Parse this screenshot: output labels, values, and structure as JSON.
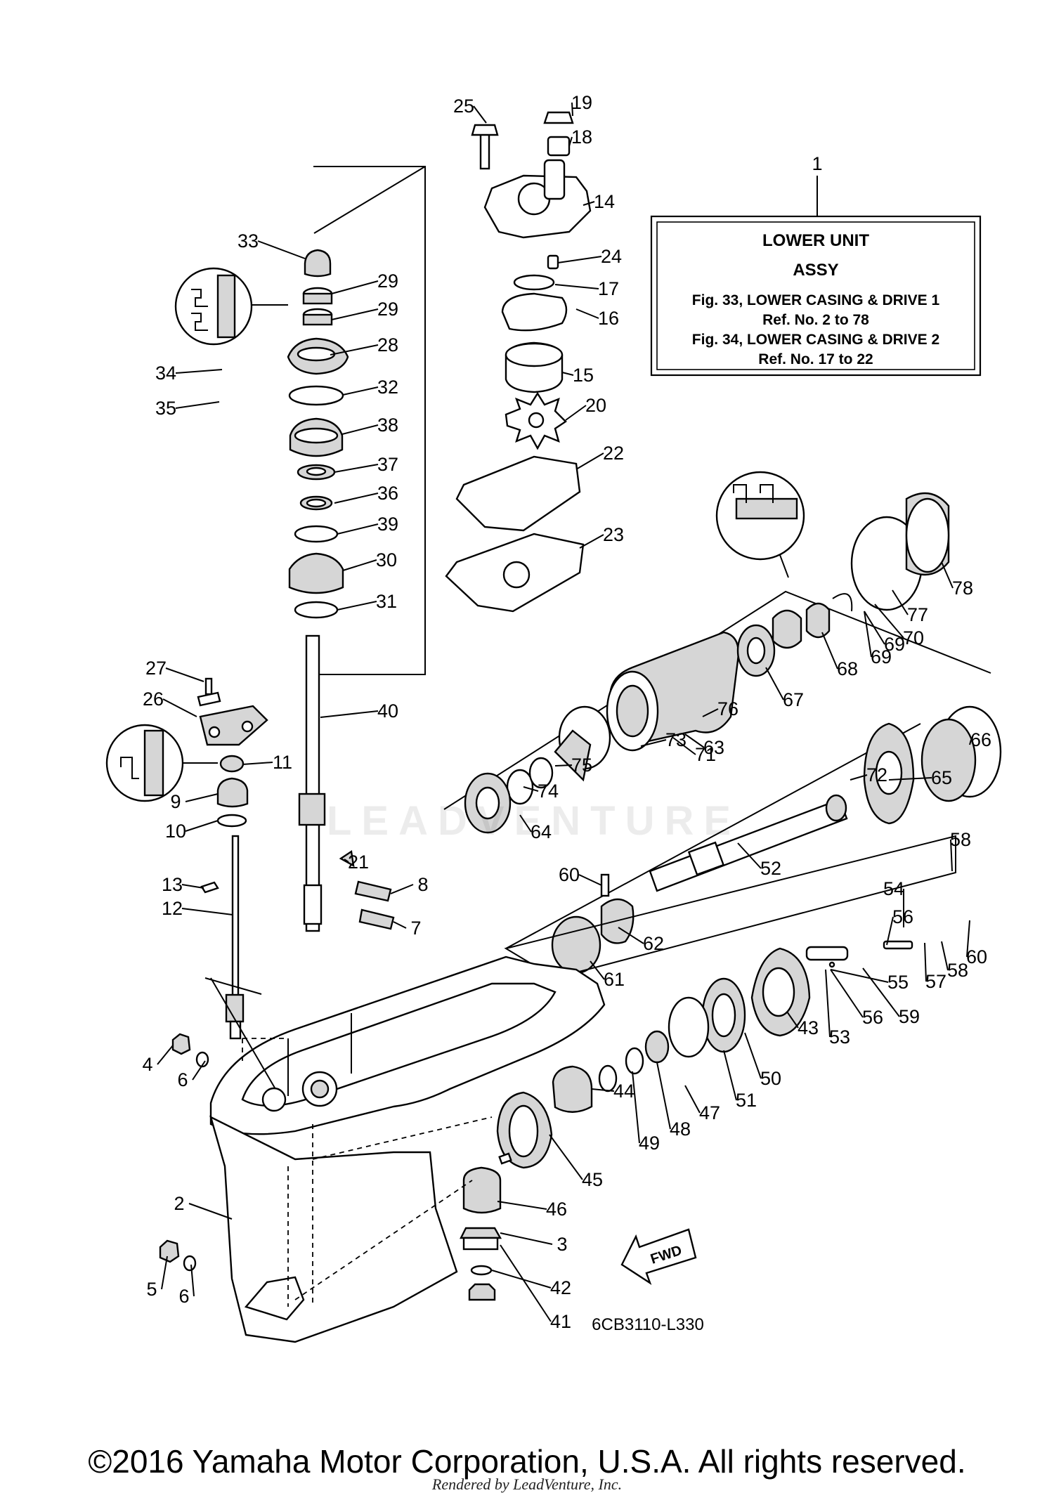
{
  "assembly_box": {
    "ref_number": "1",
    "line1": "LOWER UNIT",
    "line2": "ASSY",
    "line3": "Fig. 33, LOWER CASING & DRIVE 1",
    "line4": "Ref. No. 2 to 78",
    "line5": "Fig. 34, LOWER CASING & DRIVE 2",
    "line6": "Ref. No. 17 to 22"
  },
  "part_numbers": [
    "2",
    "3",
    "4",
    "5",
    "6",
    "6",
    "7",
    "8",
    "9",
    "10",
    "11",
    "12",
    "13",
    "14",
    "15",
    "16",
    "17",
    "18",
    "19",
    "20",
    "21",
    "22",
    "23",
    "24",
    "25",
    "26",
    "27",
    "28",
    "29",
    "29",
    "30",
    "31",
    "32",
    "33",
    "34",
    "35",
    "36",
    "37",
    "38",
    "39",
    "40",
    "41",
    "42",
    "43",
    "44",
    "45",
    "46",
    "47",
    "48",
    "49",
    "50",
    "51",
    "52",
    "53",
    "54",
    "55",
    "56",
    "56",
    "57",
    "58",
    "58",
    "59",
    "60",
    "60",
    "61",
    "62",
    "63",
    "64",
    "65",
    "66",
    "67",
    "68",
    "69",
    "69",
    "70",
    "71",
    "72",
    "73",
    "74",
    "75",
    "76",
    "77",
    "78"
  ],
  "direction_label": "FWD",
  "diagram_code": "6CB3110-L330",
  "watermark": "LEADVENTURE",
  "footer": {
    "copyright": "©2016 Yamaha Motor Corporation, U.S.A. All rights reserved.",
    "rendered_by": "Rendered by LeadVenture, Inc."
  }
}
